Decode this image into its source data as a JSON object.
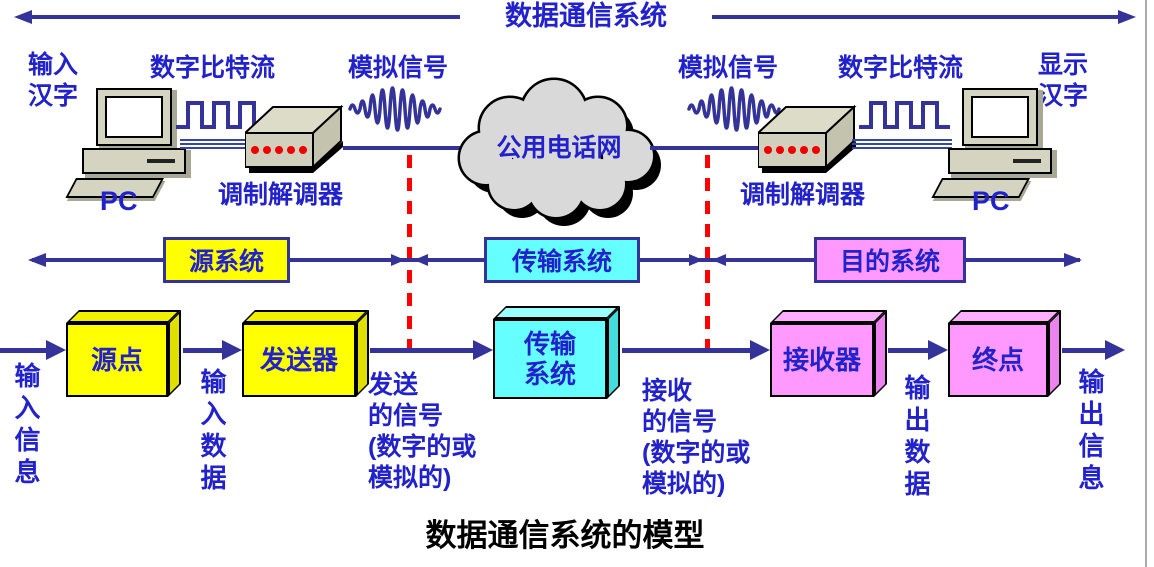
{
  "title": "数据通信系统的模型",
  "top_banner": {
    "label": "数据通信系统"
  },
  "upper": {
    "input_label": "输入\n汉字",
    "display_label": "显示\n汉字",
    "left_pc_label": "PC",
    "right_pc_label": "PC",
    "left_bitstream_label": "数字比特流",
    "right_bitstream_label": "数字比特流",
    "left_analog_label": "模拟信号",
    "right_analog_label": "模拟信号",
    "left_modem_label": "调制解调器",
    "right_modem_label": "调制解调器",
    "cloud_label": "公用电话网"
  },
  "systems_band": {
    "source_label": "源系统",
    "transmission_label": "传输系统",
    "destination_label": "目的系统"
  },
  "flow": {
    "source_box": "源点",
    "transmitter_box": "发送器",
    "transmission_box": "传输\n系统",
    "receiver_box": "接收器",
    "endpoint_box": "终点",
    "input_info_label": "输入信息",
    "input_data_label": "输入数据",
    "sent_signal_label": "发送\n的信号\n(数字的或\n模拟的)",
    "received_signal_label": "接收\n的信号\n(数字的或\n模拟的)",
    "output_data_label": "输出数据",
    "output_info_label": "输出信息"
  },
  "colors": {
    "text_blue": "#2222cc",
    "line_navy": "#333399",
    "divider_red": "#ff0000",
    "source_yellow": "#ffff00",
    "transmission_cyan": "#66ffff",
    "destination_pink": "#ff99ff",
    "device_beige": "#d4d4c0",
    "cloud_gray": "#d9d9d9",
    "title_black": "#000000"
  }
}
